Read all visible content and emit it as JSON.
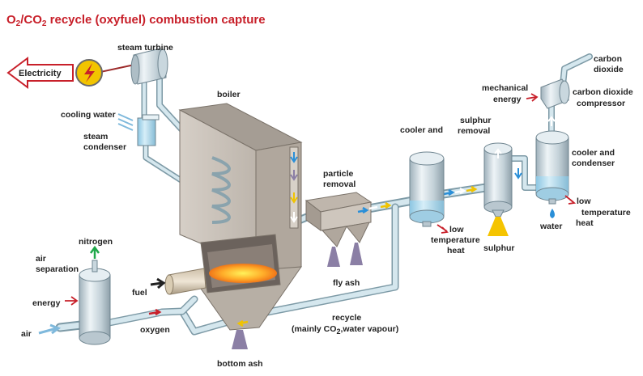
{
  "title": {
    "part1": "O",
    "sub1": "2",
    "part2": "/CO",
    "sub2": "2",
    "part3": " recycle (oxyfuel) combustion capture"
  },
  "labels": {
    "electricity": "Electricity",
    "steam_turbine": "steam turbine",
    "cooling_water": "cooling water",
    "steam_condenser_1": "steam",
    "steam_condenser_2": "condenser",
    "boiler": "boiler",
    "particle_removal_1": "particle",
    "particle_removal_2": "removal",
    "fly_ash": "fly ash",
    "cooler_and": "cooler and",
    "sulphur_removal_1": "sulphur",
    "sulphur_removal_2": "removal",
    "sulphur": "sulphur",
    "low_temp_heat_1_a": "low",
    "low_temp_heat_1_b": "temperature",
    "low_temp_heat_1_c": "heat",
    "mechanical_energy_1": "mechanical",
    "mechanical_energy_2": "energy",
    "carbon_dioxide_1": "carbon",
    "carbon_dioxide_2": "dioxide",
    "co2_compressor_1": "carbon dioxide",
    "co2_compressor_2": "compressor",
    "cooler_condenser_1": "cooler and",
    "cooler_condenser_2": "condenser",
    "low_temp_heat_2_a": "low",
    "low_temp_heat_2_b": "temperature",
    "low_temp_heat_2_c": "heat",
    "water": "water",
    "nitrogen": "nitrogen",
    "air_separation_1": "air",
    "air_separation_2": "separation",
    "energy": "energy",
    "air": "air",
    "fuel": "fuel",
    "oxygen": "oxygen",
    "recycle_1": "recycle",
    "recycle_2a": "(mainly CO",
    "recycle_2sub": "2",
    "recycle_2b": ",water vapour)",
    "bottom_ash": "bottom ash"
  },
  "colors": {
    "title": "#c8202a",
    "pipe": "#c5dde7",
    "pipe_edge": "#7d9aa6",
    "boiler": "#c7bfb6",
    "flame": "#ff8a1c",
    "ash": "#8b7fa5",
    "sulphur": "#f5c400",
    "arrow_blue": "#2a8fd8",
    "arrow_yellow": "#f0c300",
    "arrow_red": "#c8202a",
    "arrow_green": "#1fa84a"
  }
}
